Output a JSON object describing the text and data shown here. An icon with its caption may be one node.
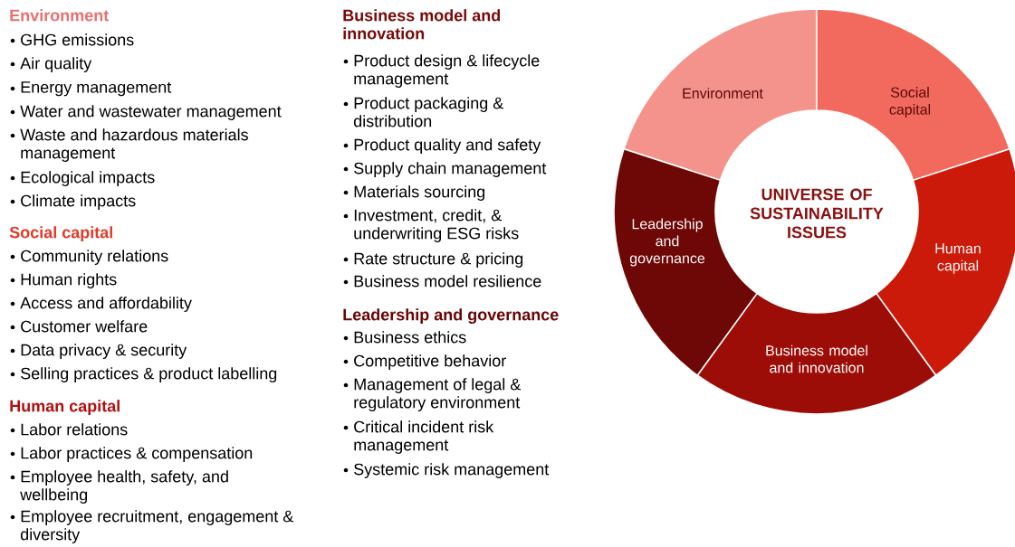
{
  "diagram": {
    "nodes": [
      {
        "text": [
          "Environment"
        ]
      },
      {
        "text": [
          "Social capital"
        ]
      },
      {
        "text": [
          "Leadership and governance"
        ]
      },
      {
        "text": [
          "UNIVERSE OF SUSTAINABILITY ISSUES"
        ]
      },
      {
        "text": [
          "Human capital"
        ]
      },
      {
        "text": [
          "Business model and innovation"
        ]
      }
    ],
    "labels": [
      "Environment",
      "GHG emissions",
      "Air quality",
      "Energy management",
      "Water and wastewater management",
      "Waste and hazardous materials management",
      "Ecological impacts",
      "Climate impacts",
      "Social capital",
      "Community relations",
      "Human rights",
      "Access and affordability",
      "Customer welfare",
      "Data privacy & security",
      "Selling practices & product labelling",
      "Human capital",
      "Labor relations",
      "Labor practices & compensation",
      "Employee health, safety, and wellbeing",
      "Employee recruitment, engagement & diversity",
      "Business model and innovation",
      "Product design & lifecycle management",
      "Product packaging & distribution",
      "Product quality and safety",
      "Supply chain management",
      "Materials sourcing",
      "Investment, credit, & underwriting ESG risks",
      "Rate structure & pricing",
      "Business model resilience",
      "Leadership and governance",
      "Business ethics",
      "Competitive behavior",
      "Management of legal & regulatory environment",
      "Critical incident risk management",
      "Systemic risk management"
    ]
  }
}
